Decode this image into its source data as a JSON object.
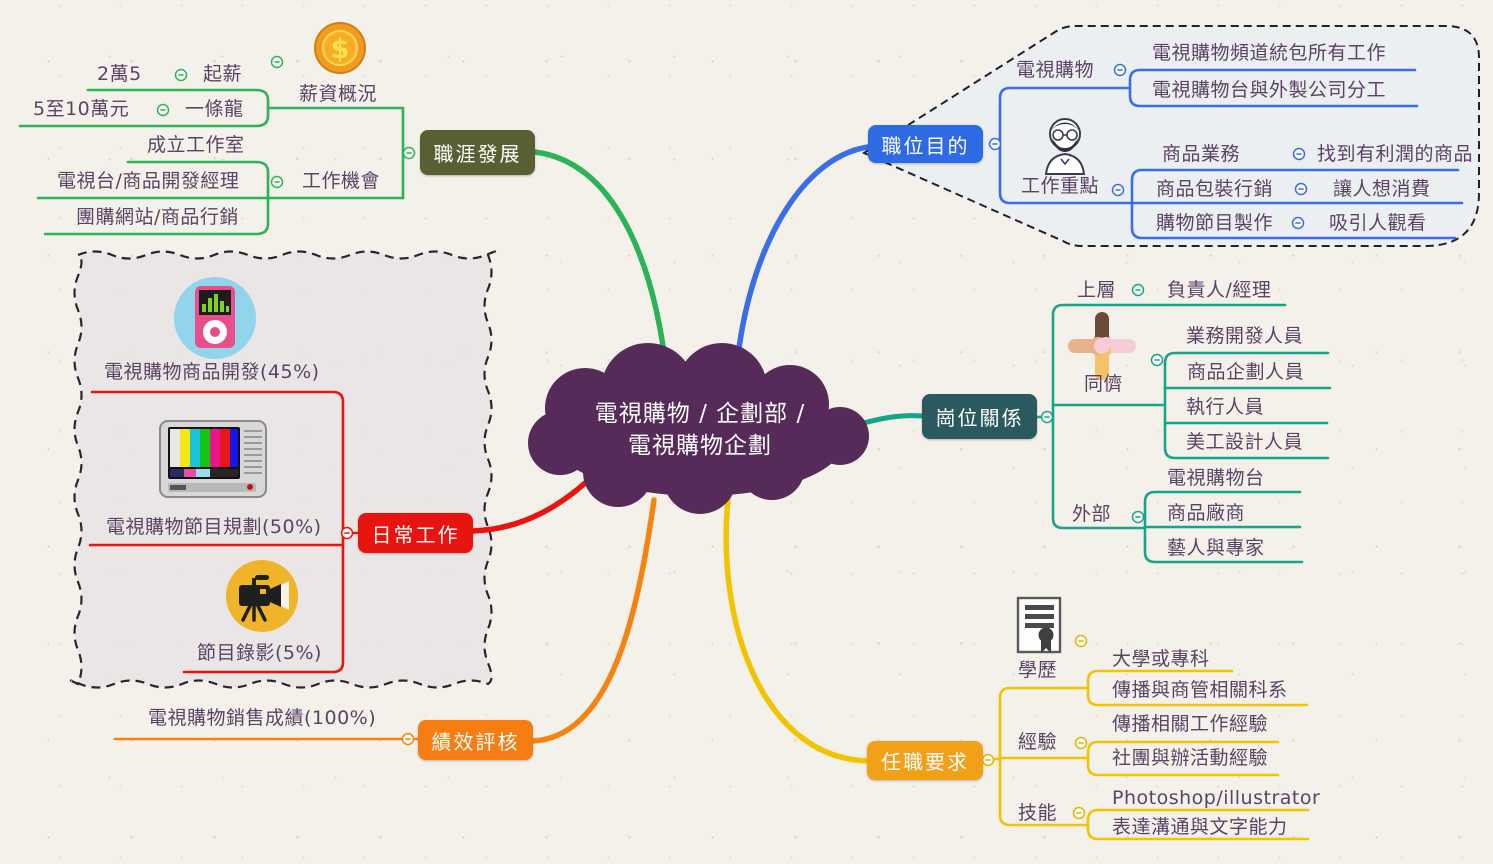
{
  "center": {
    "line1": "電視購物 / 企劃部 /",
    "line2": "電視購物企劃"
  },
  "career": {
    "node": "職涯發展",
    "salary": {
      "label": "薪資概況",
      "children": [
        {
          "label": "起薪",
          "value": "2萬5"
        },
        {
          "label": "一條龍",
          "value": "5至10萬元"
        }
      ]
    },
    "jobs": {
      "label": "工作機會",
      "children": [
        "成立工作室",
        "電視台/商品開發經理",
        "團購網站/商品行銷"
      ]
    }
  },
  "purpose": {
    "node": "職位目的",
    "tv_shopping": {
      "label": "電視購物",
      "children": [
        "電視購物頻道統包所有工作",
        "電視購物台與外製公司分工"
      ]
    },
    "focus": {
      "label": "工作重點",
      "children": [
        {
          "label": "商品業務",
          "value": "找到有利潤的商品"
        },
        {
          "label": "商品包裝行銷",
          "value": "讓人想消費"
        },
        {
          "label": "購物節目製作",
          "value": "吸引人觀看"
        }
      ]
    }
  },
  "relations": {
    "node": "崗位關係",
    "upper": {
      "label": "上層",
      "value": "負責人/經理"
    },
    "peers": {
      "label": "同儕",
      "children": [
        "業務開發人員",
        "商品企劃人員",
        "執行人員",
        "美工設計人員"
      ]
    },
    "external": {
      "label": "外部",
      "children": [
        "電視購物台",
        "商品廠商",
        "藝人與專家"
      ]
    }
  },
  "daily": {
    "node": "日常工作",
    "children": [
      {
        "label": "電視購物商品開發(45%)"
      },
      {
        "label": "電視購物節目規劃(50%)"
      },
      {
        "label": "節目錄影(5%)"
      }
    ]
  },
  "performance": {
    "node": "績效評核",
    "children": [
      "電視購物銷售成績(100%)"
    ]
  },
  "requirements": {
    "node": "任職要求",
    "education": {
      "label": "學歷",
      "children": [
        "大學或專科",
        "傳播與商管相關科系"
      ]
    },
    "experience": {
      "label": "經驗",
      "children": [
        "傳播相關工作經驗",
        "社團與辦活動經驗"
      ]
    },
    "skills": {
      "label": "技能",
      "children": [
        "Photoshop/illustrator",
        "表達溝通與文字能力"
      ]
    }
  },
  "icons": {
    "coin_symbol": "$",
    "coin_dollar_icon": "gold coin with $",
    "bearded_man_icon": "line-art man with glasses and beard",
    "hands_together_icon": "four hands joined pinwheel",
    "music_player_icon": "pink media player on blue circle",
    "tv_icon": "retro TV with color bars",
    "video_camera_icon": "video camera on amber circle",
    "certificate_icon": "diploma with seal"
  },
  "colors": {
    "center_cloud": "#562a59",
    "career_line": "#2cb257",
    "career_node": "#575f33",
    "purpose_line": "#3a6de8",
    "purpose_node": "#2e6ae4",
    "purpose_region_fill": "#e9eff2",
    "relations_line": "#16a58a",
    "relations_node": "#2a5a60",
    "daily_line": "#e8140f",
    "daily_node": "#e8140f",
    "daily_region_fill": "#e7e3e4",
    "performance_line": "#f58312",
    "performance_node": "#f57d12",
    "requirements_line": "#f2c400",
    "requirements_node": "#f0a117",
    "label_text": "#5b4365",
    "background": "#f4f1ea"
  }
}
